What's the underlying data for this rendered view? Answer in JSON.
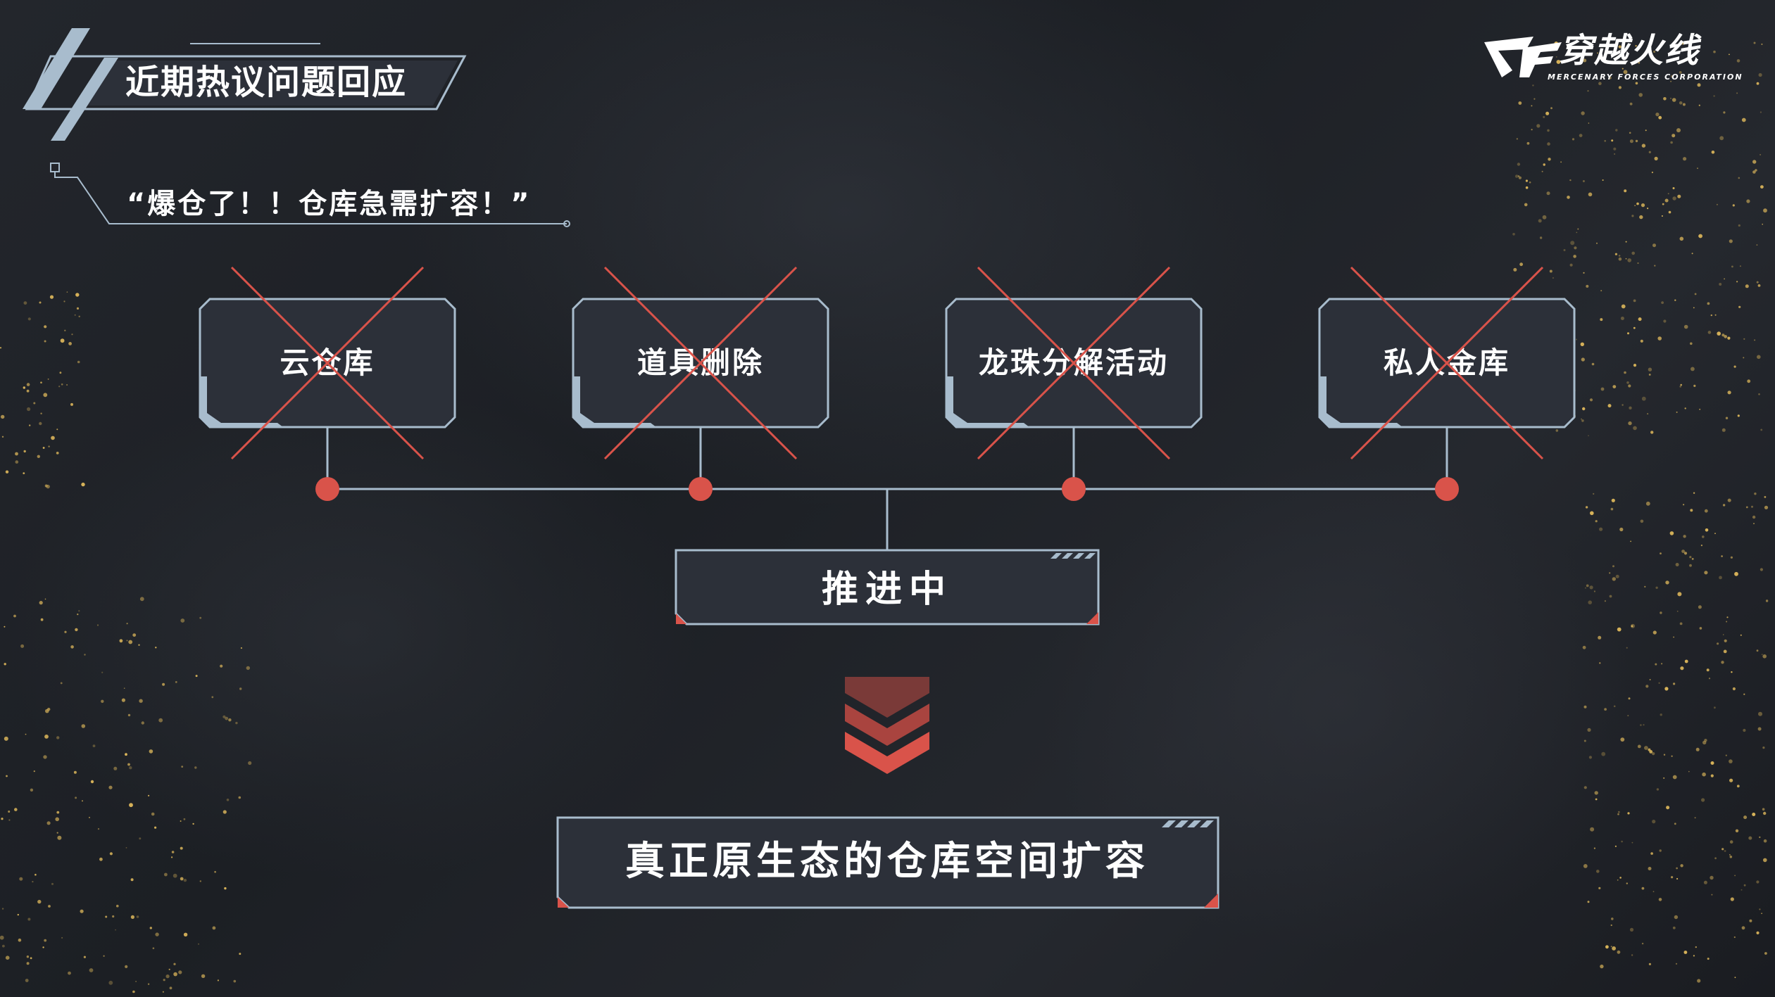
{
  "header": {
    "title": "近期热议问题回应",
    "quote": "“爆仓了！！仓库急需扩容！”"
  },
  "brand": {
    "name": "穿越火线",
    "tagline": "MERCENARY FORCES CORPORATION"
  },
  "options": [
    {
      "label": "云仓库",
      "status": "rejected"
    },
    {
      "label": "道具删除",
      "status": "rejected"
    },
    {
      "label": "龙珠分解活动",
      "status": "rejected"
    },
    {
      "label": "私人金库",
      "status": "rejected"
    }
  ],
  "progress": {
    "label": "推进中"
  },
  "result": {
    "label": "真正原生态的仓库空间扩容"
  },
  "colors": {
    "accent_red": "#d9534a",
    "frame_blue": "#a8bccd",
    "card_fill": "#2c3039",
    "background": "#1e2127"
  }
}
